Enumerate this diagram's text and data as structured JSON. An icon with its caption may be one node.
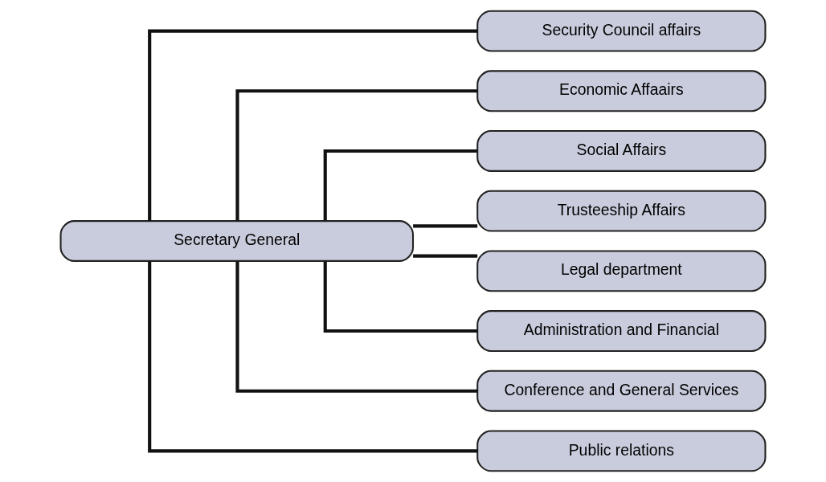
{
  "diagram": {
    "nodes": [
      {
        "text": [
          "Secretary General"
        ]
      },
      {
        "text": [
          "Security Council affairs"
        ]
      },
      {
        "text": [
          "Economic Affaairs"
        ]
      },
      {
        "text": [
          "Social Affairs"
        ]
      },
      {
        "text": [
          "Trusteeship Affairs"
        ]
      },
      {
        "text": [
          "Legal department"
        ]
      },
      {
        "text": [
          "Administration and Financial"
        ]
      },
      {
        "text": [
          "Conference and General Services"
        ]
      },
      {
        "text": [
          "Public relations"
        ]
      }
    ],
    "edges": [
      {
        "from": 0,
        "to": 1,
        "arrow": "none"
      },
      {
        "from": 0,
        "to": 2,
        "arrow": "none"
      },
      {
        "from": 0,
        "to": 3,
        "arrow": "none"
      },
      {
        "from": 0,
        "to": 4,
        "arrow": "none"
      },
      {
        "from": 0,
        "to": 5,
        "arrow": "none"
      },
      {
        "from": 0,
        "to": 6,
        "arrow": "none"
      },
      {
        "from": 0,
        "to": 7,
        "arrow": "none"
      },
      {
        "from": 0,
        "to": 8,
        "arrow": "none"
      }
    ]
  }
}
